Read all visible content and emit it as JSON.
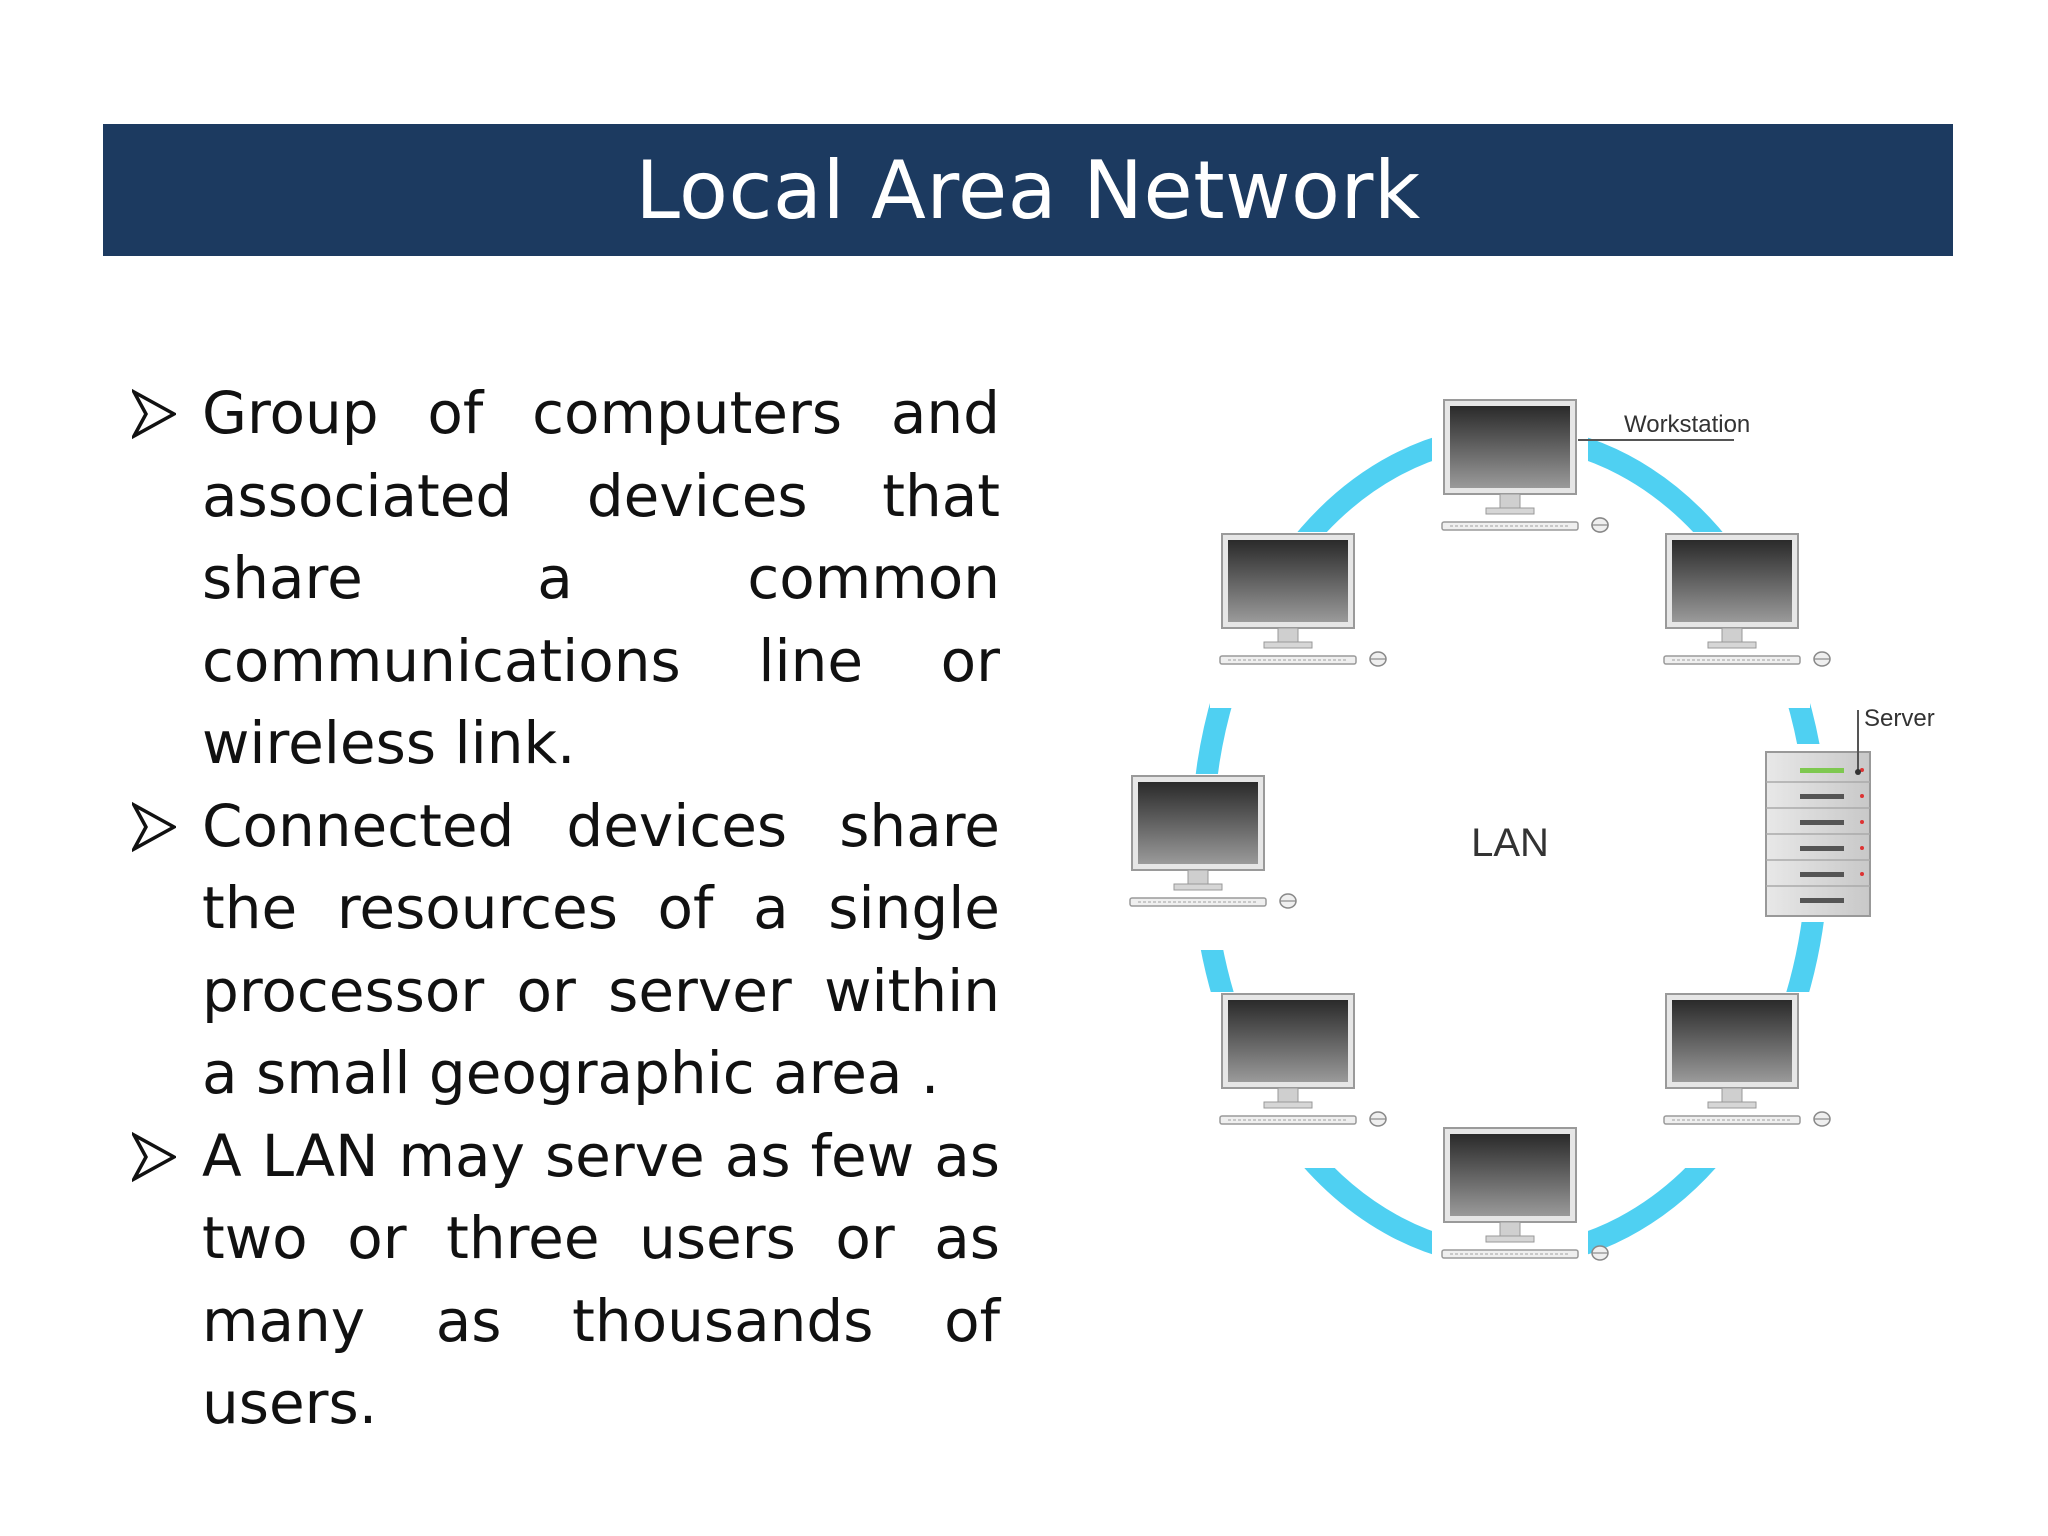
{
  "slide": {
    "title": "Local Area Network",
    "bullets": [
      "Group of computers and associated devices that share a common communications line or wireless link.",
      "Connected devices share the resources of a single processor or server within a small geographic area .",
      "A LAN may serve as few as two or three users or as many as thousands of users."
    ]
  },
  "diagram": {
    "center_label": "LAN",
    "workstation_label": "Workstation",
    "server_label": "Server",
    "ring_color": "#4fd0f2",
    "title_bar_color": "#1c3a60"
  }
}
